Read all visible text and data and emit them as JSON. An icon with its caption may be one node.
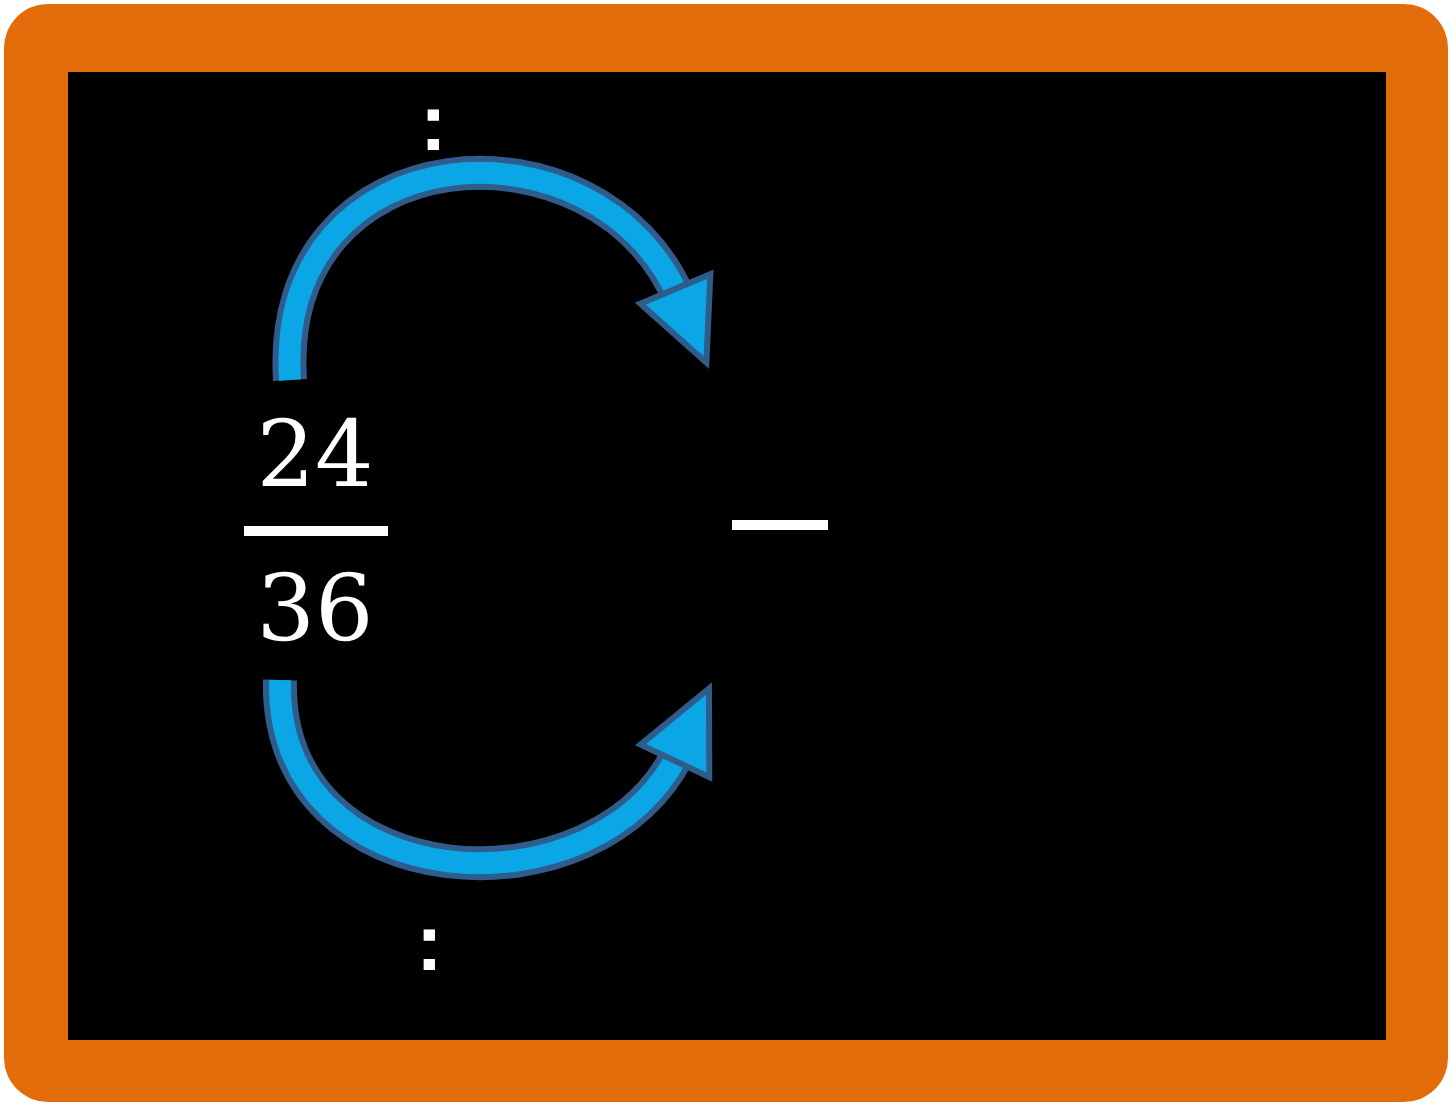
{
  "diagram": {
    "nodes": [
      {
        "text": [
          "24",
          "36"
        ]
      },
      {
        "text": [],
        "shape": "bar"
      }
    ],
    "edges": [
      {
        "from": 0,
        "to": 1,
        "arrow": "to"
      },
      {
        "from": 0,
        "to": 1,
        "arrow": "to"
      }
    ],
    "labels": [
      ":",
      ":"
    ]
  }
}
